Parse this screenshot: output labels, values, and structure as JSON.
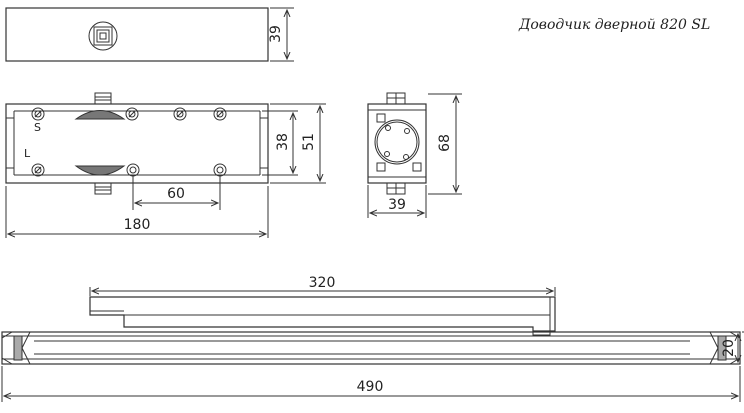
{
  "title": "Доводчик дверной 820 SL",
  "dimensions": {
    "top_body_height": "39",
    "front_inner_height": "38",
    "front_outer_height": "51",
    "hole_spacing": "60",
    "body_length": "180",
    "side_height": "68",
    "side_width": "39",
    "arm_length": "320",
    "rail_height": "20",
    "rail_length": "490"
  },
  "labels": {
    "s_mark": "S",
    "l_mark": "L"
  }
}
